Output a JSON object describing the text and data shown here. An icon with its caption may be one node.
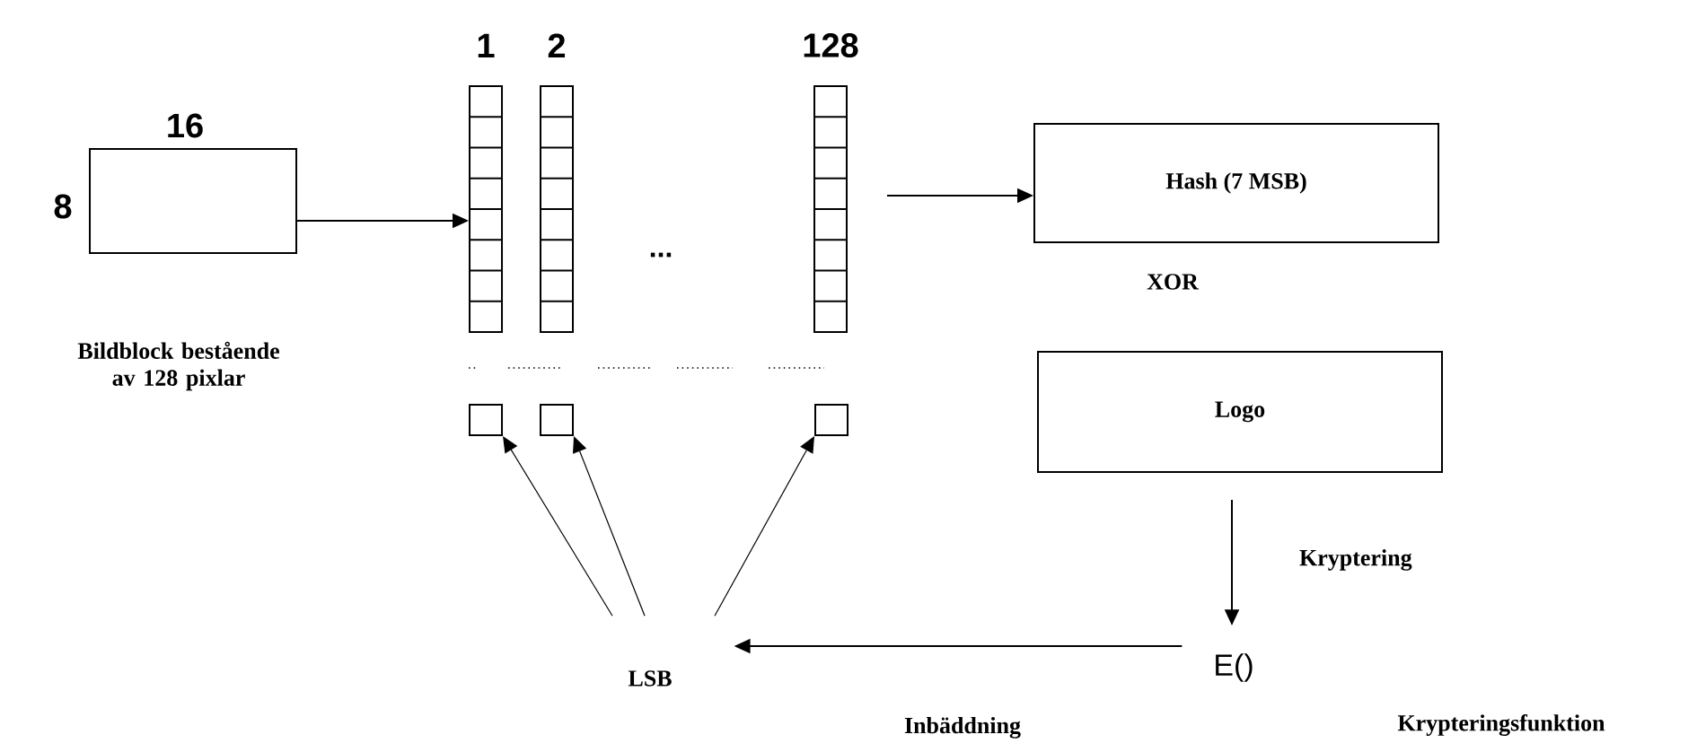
{
  "diagram": {
    "nodes": [
      {
        "text": [],
        "shape": "box",
        "beside": [
          "Bildblock bestående av 128 pixlar"
        ]
      },
      {
        "text": [
          "1"
        ]
      },
      {
        "text": [
          "2"
        ]
      },
      {
        "text": [
          "128"
        ]
      },
      {
        "text": [
          "Hash (7 MSB)"
        ]
      },
      {
        "text": [
          "Logo"
        ]
      },
      {
        "text": [],
        "shape": "box"
      },
      {
        "text": [],
        "shape": "box"
      },
      {
        "text": [],
        "shape": "box"
      },
      {
        "text": [
          "E()"
        ]
      },
      {
        "text": [
          "LSB"
        ]
      }
    ],
    "edges": [
      {
        "from": 0,
        "to": 1,
        "arrow": "to"
      },
      {
        "from": 3,
        "to": 4,
        "arrow": "to"
      },
      {
        "from": 5,
        "to": 9,
        "arrow": "to",
        "label": "Kryptering"
      },
      {
        "from": 9,
        "to": 10,
        "arrow": "to",
        "label": "Inbäddning"
      },
      {
        "from": 10,
        "to": 6,
        "arrow": "to"
      },
      {
        "from": 10,
        "to": 7,
        "arrow": "to"
      },
      {
        "from": 10,
        "to": 8,
        "arrow": "to"
      }
    ],
    "labels": [
      "16",
      "8",
      "...",
      "XOR",
      "Krypteringsfunktion"
    ]
  }
}
